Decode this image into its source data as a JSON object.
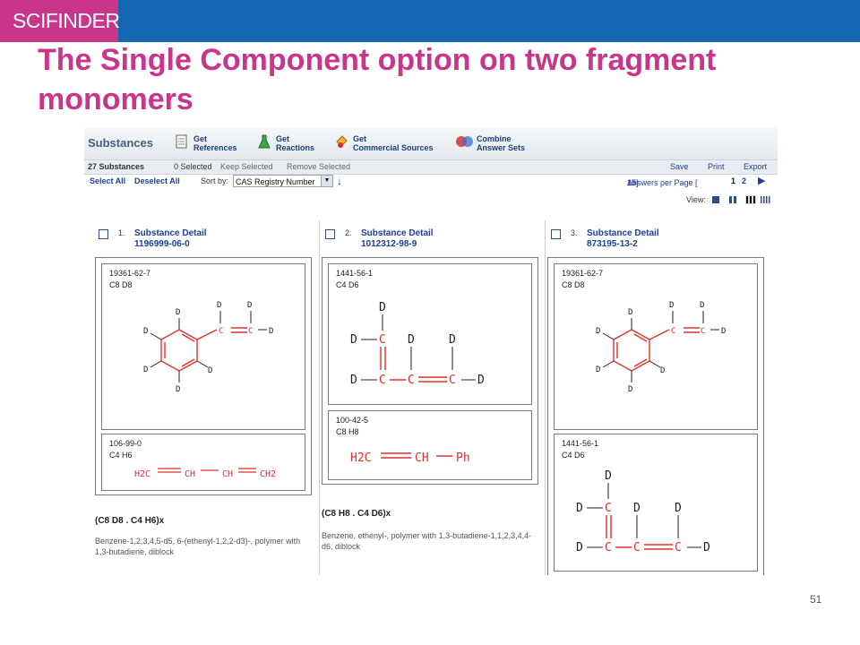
{
  "brand": "SCIFINDER",
  "slide": {
    "title": "The Single Component option on two fragment monomers",
    "page_number": "51"
  },
  "colors": {
    "brand_pink": "#c8358b",
    "brand_blue": "#1467b0",
    "link_blue": "#1c3f9a",
    "bond_red": "#e0302a"
  },
  "app": {
    "title": "Substances",
    "toolbar": [
      {
        "line1": "Get",
        "line2": "References",
        "icon": "references-icon"
      },
      {
        "line1": "Get",
        "line2": "Reactions",
        "icon": "flask-icon"
      },
      {
        "line1": "Get",
        "line2": "Commercial Sources",
        "icon": "commercial-icon"
      },
      {
        "line1": "Combine",
        "line2": "Answer Sets",
        "icon": "combine-icon"
      }
    ],
    "status": {
      "count": "27 Substances",
      "selected": "0 Selected",
      "keep": "Keep Selected",
      "remove": "Remove Selected",
      "save": "Save",
      "print": "Print",
      "export": "Export"
    },
    "select_all": "Select All",
    "deselect_all": "Deselect All",
    "sort_by_label": "Sort by:",
    "sort_by_value": "CAS Registry Number",
    "answers_per_page_label": "Answers per Page [",
    "answers_per_page_value": "15",
    "answers_per_page_close": "]",
    "pages": [
      "1",
      "2"
    ],
    "view_label": "View:"
  },
  "results": [
    {
      "number": "1.",
      "link": "Substance Detail",
      "registry": "1196999-06-0",
      "components": [
        {
          "reg": "19361-62-7",
          "formula": "C8 D8",
          "structure": "styrene-d8"
        },
        {
          "reg": "106-99-0",
          "formula": "C4 H6",
          "structure": "butadiene"
        }
      ],
      "polymer_formula": "(C8 D8 . C4 H6)x",
      "name": "Benzene-1,2,3,4,5-d5, 6-(ethenyl-1,2,2-d3)-, polymer with 1,3-butadiene, diblock"
    },
    {
      "number": "2.",
      "link": "Substance Detail",
      "registry": "1012312-98-9",
      "components": [
        {
          "reg": "1441-56-1",
          "formula": "C4 D6",
          "structure": "butadiene-d6"
        },
        {
          "reg": "100-42-5",
          "formula": "C8 H8",
          "structure": "styrene"
        }
      ],
      "polymer_formula": "(C8 H8 . C4 D6)x",
      "name": "Benzene, ethenyl-, polymer with 1,3-butadiene-1,1,2,3,4,4-d6, diblock"
    },
    {
      "number": "3.",
      "link": "Substance Detail",
      "registry": "873195-13-2",
      "components": [
        {
          "reg": "19361-62-7",
          "formula": "C8 D8",
          "structure": "styrene-d8"
        },
        {
          "reg": "1441-56-1",
          "formula": "C4 D6",
          "structure": "butadiene-d6"
        }
      ]
    }
  ],
  "structure_labels": {
    "D": "D",
    "C": "C",
    "H2C": "H2C",
    "CH": "CH",
    "CH2": "CH2",
    "Ph": "Ph"
  }
}
